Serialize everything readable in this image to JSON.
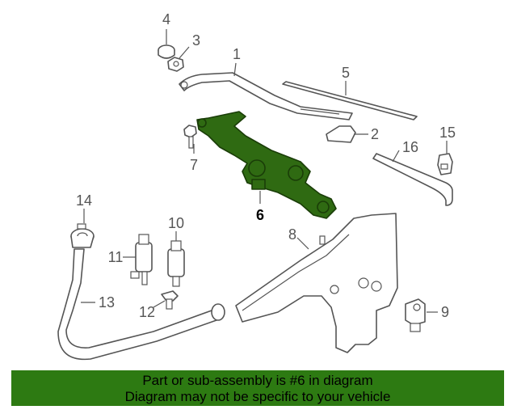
{
  "diagram": {
    "callouts": [
      {
        "id": "c1",
        "label": "1"
      },
      {
        "id": "c2",
        "label": "2"
      },
      {
        "id": "c3",
        "label": "3"
      },
      {
        "id": "c4",
        "label": "4"
      },
      {
        "id": "c5",
        "label": "5"
      },
      {
        "id": "c6",
        "label": "6"
      },
      {
        "id": "c7",
        "label": "7"
      },
      {
        "id": "c8",
        "label": "8"
      },
      {
        "id": "c9",
        "label": "9"
      },
      {
        "id": "c10",
        "label": "10"
      },
      {
        "id": "c11",
        "label": "11"
      },
      {
        "id": "c12",
        "label": "12"
      },
      {
        "id": "c13",
        "label": "13"
      },
      {
        "id": "c14",
        "label": "14"
      },
      {
        "id": "c15",
        "label": "15"
      },
      {
        "id": "c16",
        "label": "16"
      }
    ],
    "highlight_color": "#2f6a12"
  },
  "banner": {
    "line1": "Part or sub-assembly is #6 in diagram",
    "line2": "Diagram may not be specific to your vehicle",
    "color": "#2d7a12"
  }
}
